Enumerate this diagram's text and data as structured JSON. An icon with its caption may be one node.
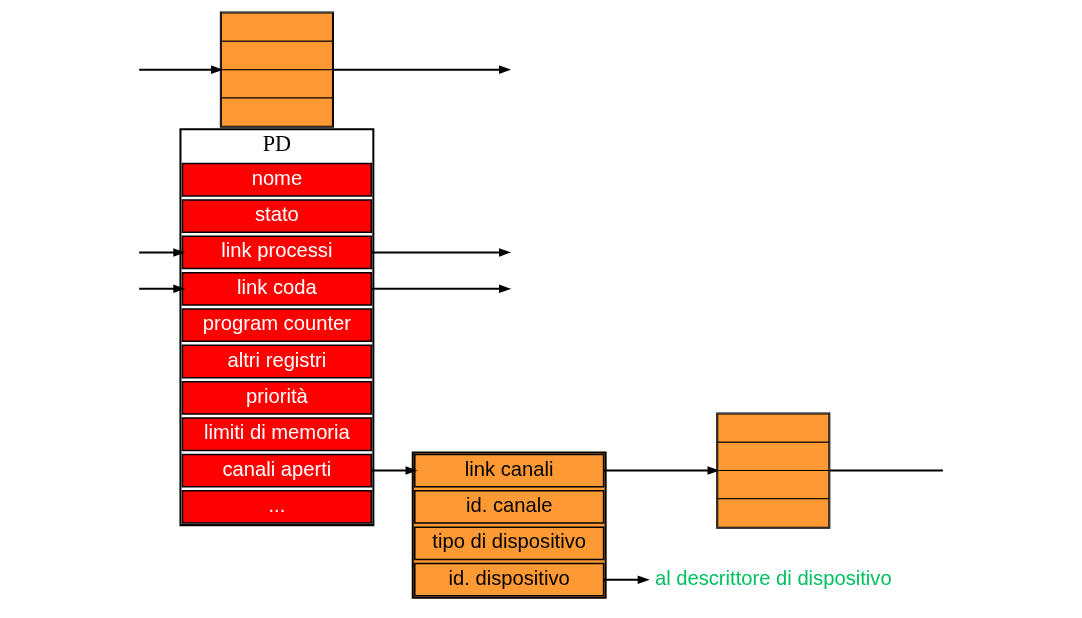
{
  "diagram": {
    "nodes": [
      {
        "text": [
          "PD"
        ]
      },
      {
        "text": [
          "nome"
        ],
        "in": 0
      },
      {
        "text": [
          "stato"
        ],
        "in": 0
      },
      {
        "text": [
          "link processi"
        ],
        "in": 0
      },
      {
        "text": [
          "link coda"
        ],
        "in": 0
      },
      {
        "text": [
          "program counter"
        ],
        "in": 0
      },
      {
        "text": [
          "altri registri"
        ],
        "in": 0
      },
      {
        "text": [
          "priorità"
        ],
        "in": 0
      },
      {
        "text": [
          "limiti di memoria"
        ],
        "in": 0
      },
      {
        "text": [
          "canali aperti"
        ],
        "in": 0
      },
      {
        "text": [
          "..."
        ],
        "in": 0
      },
      {
        "text": [],
        "shape": "box"
      },
      {
        "text": [
          "link canali"
        ],
        "in": 11
      },
      {
        "text": [
          "id. canale"
        ],
        "in": 11
      },
      {
        "text": [
          "tipo di dispositivo"
        ],
        "in": 11
      },
      {
        "text": [
          "id. dispositivo"
        ],
        "in": 11
      },
      {
        "text": [],
        "shape": "box"
      },
      {
        "text": [],
        "shape": "box"
      },
      {
        "text": [
          "al descrittore di dispositivo"
        ]
      }
    ],
    "edges": [
      {
        "from": 3,
        "to": null,
        "arrow": "to"
      },
      {
        "from": null,
        "to": 3,
        "arrow": "to"
      },
      {
        "from": 4,
        "to": null,
        "arrow": "to"
      },
      {
        "from": null,
        "to": 4,
        "arrow": "to"
      },
      {
        "from": 16,
        "to": null,
        "arrow": "to"
      },
      {
        "from": null,
        "to": 16,
        "arrow": "to"
      },
      {
        "from": 9,
        "to": 12,
        "arrow": "to"
      },
      {
        "from": 12,
        "to": 17,
        "arrow": "to"
      },
      {
        "from": 17,
        "to": null,
        "arrow": "none"
      },
      {
        "from": 15,
        "to": 18,
        "arrow": "to"
      }
    ]
  }
}
